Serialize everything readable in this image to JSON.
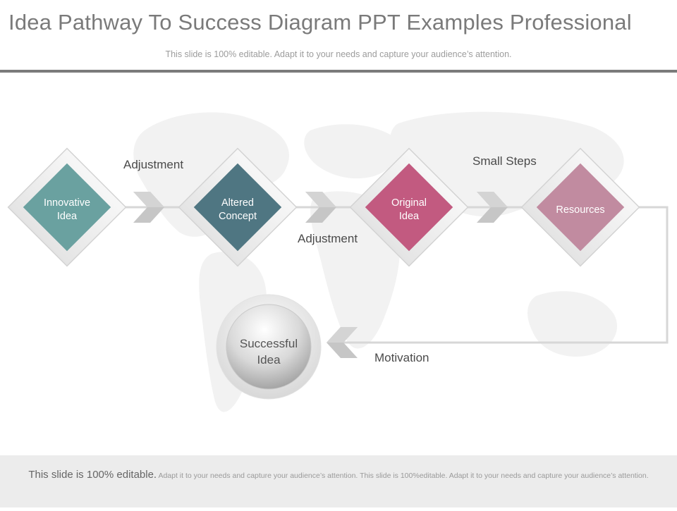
{
  "slide": {
    "title": "Idea Pathway To Success Diagram PPT Examples Professional",
    "subtitle": "This slide is 100% editable. Adapt it to your needs and capture your audience’s attention."
  },
  "diagram": {
    "steps": [
      {
        "label": "Innovative Idea",
        "color": "#6aa1a0"
      },
      {
        "label": "Altered Concept",
        "color": "#4f7682"
      },
      {
        "label": "Original Idea",
        "color": "#c25a80"
      },
      {
        "label": "Resources",
        "color": "#c18ba0"
      }
    ],
    "connectors": [
      "Adjustment",
      "Adjustment",
      "Small Steps"
    ],
    "return_label": "Motivation",
    "goal": {
      "label": "Successful Idea"
    }
  },
  "footer": {
    "lead": "This slide is 100% editable.",
    "text": "Adapt it to your needs and capture your audience’s attention. This slide is 100%editable. Adapt it to your needs and capture your audience’s attention."
  }
}
